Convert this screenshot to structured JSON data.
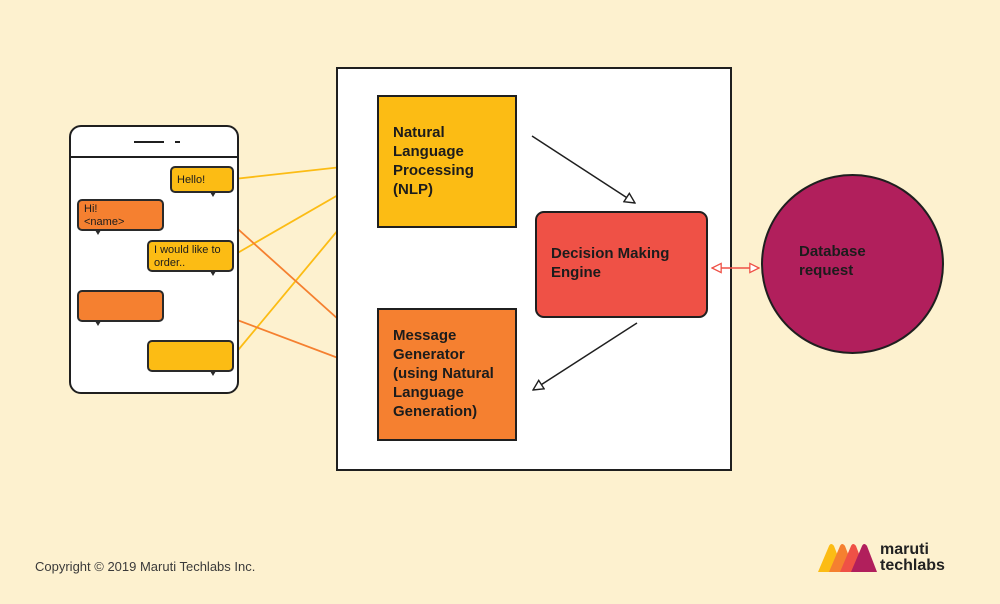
{
  "phone": {
    "bubbles": [
      {
        "text": "Hello!",
        "color": "#fcbc14"
      },
      {
        "text": "Hi!\n<name>",
        "color": "#f58030"
      },
      {
        "text": "I would like to order..",
        "color": "#fcbc14"
      },
      {
        "text": "",
        "color": "#f58030"
      },
      {
        "text": "",
        "color": "#fcbc14"
      }
    ]
  },
  "nlp": {
    "lines": [
      "Natural",
      "Language",
      "Processing",
      "(NLP)"
    ],
    "color": "#fcbc14"
  },
  "message_generator": {
    "lines": [
      "Message",
      "Generator",
      "(using Natural",
      "Language",
      "Generation)"
    ],
    "color": "#f58030"
  },
  "decision_engine": {
    "lines": [
      "Decision Making",
      "Engine"
    ],
    "color": "#ef5146"
  },
  "database": {
    "lines": [
      "Database",
      "request"
    ],
    "color": "#b11f5c"
  },
  "footer": {
    "copyright": "Copyright © 2019 Maruti Techlabs Inc."
  },
  "logo": {
    "line1": "maruti",
    "line2": "techlabs",
    "colors": [
      "#fcbc14",
      "#f58030",
      "#ef5146",
      "#b11f5c"
    ]
  }
}
